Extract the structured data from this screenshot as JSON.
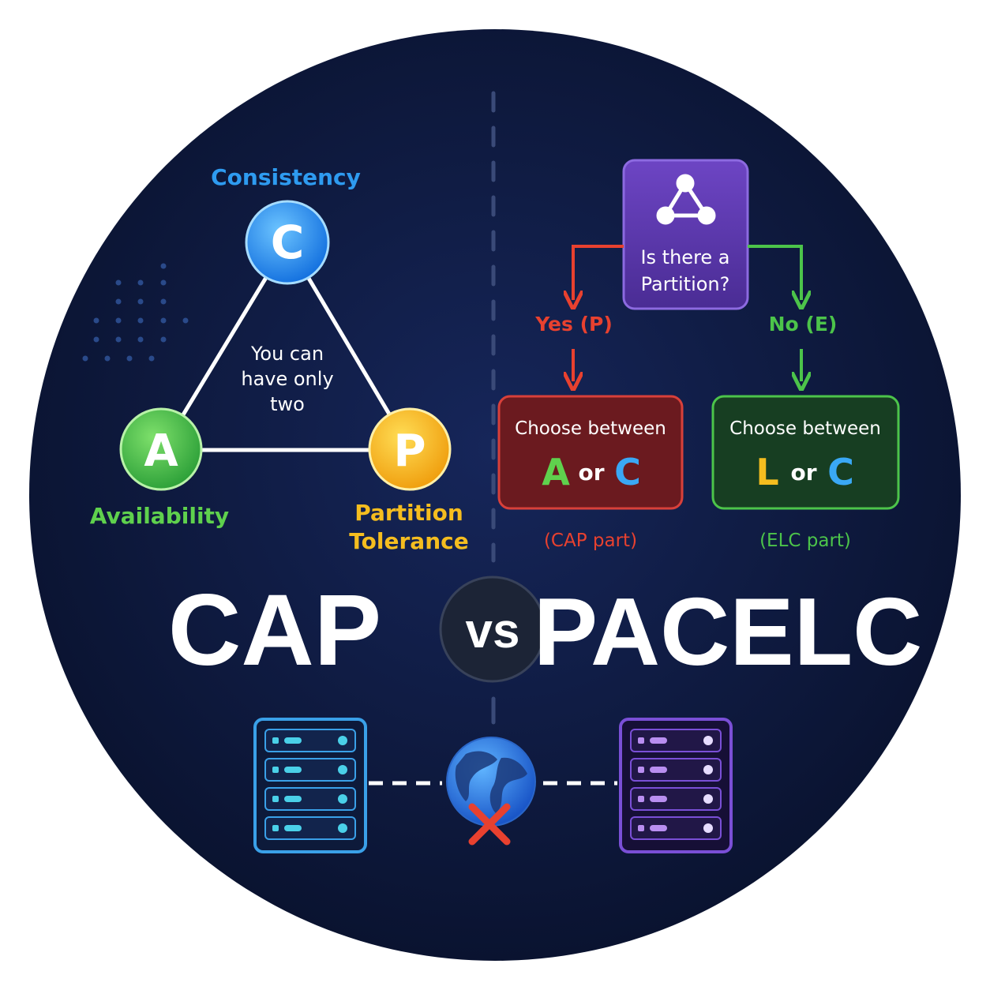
{
  "cap_triangle": {
    "consistency_label": "Consistency",
    "availability_label": "Availability",
    "partition_label_line1": "Partition",
    "partition_label_line2": "Tolerance",
    "node_c": "C",
    "node_a": "A",
    "node_p": "P",
    "center_line1": "You can",
    "center_line2": "have only",
    "center_line3": "two"
  },
  "pacelc_flow": {
    "question_line1": "Is there a",
    "question_line2": "Partition?",
    "yes_label": "Yes (P)",
    "no_label": "No (E)",
    "left_box_title": "Choose between",
    "left_choice_a": "A",
    "left_choice_or": "or",
    "left_choice_c": "C",
    "right_box_title": "Choose between",
    "right_choice_l": "L",
    "right_choice_or": "or",
    "right_choice_c": "C",
    "left_caption": "(CAP part)",
    "right_caption": "(ELC part)"
  },
  "titles": {
    "left": "CAP",
    "vs": "vs",
    "right": "PACELC"
  },
  "icons": {
    "graph": "network-graph-icon",
    "server_left": "server-rack-icon",
    "server_right": "server-rack-icon",
    "globe": "globe-icon",
    "cross": "x-mark-icon"
  },
  "colors": {
    "background": "#0d1838",
    "consistency": "#2e9bf0",
    "availability": "#4cc44a",
    "partition": "#f5bd1f",
    "yes_red": "#e8412f",
    "no_green": "#4cc44a",
    "question_purple": "#5b3aa8",
    "server_left": "#3aa0e8",
    "server_right": "#7a4fd6"
  }
}
